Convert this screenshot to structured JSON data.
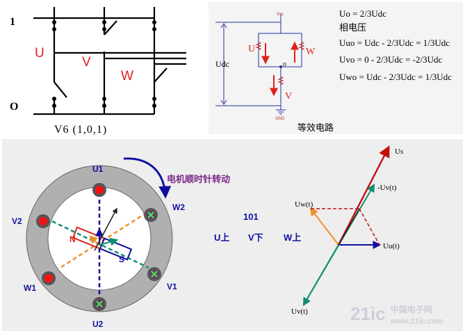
{
  "colors": {
    "red": "#e0201b",
    "blue": "#1010a0",
    "green": "#109070",
    "orange": "#f0902a",
    "darkred": "#c01010",
    "gray": "#b0b0b0",
    "panel": "#eeeeee",
    "lightpanel": "#f4f4f4",
    "purple": "#7a2a8a"
  },
  "bridge": {
    "rail_top_label": "1",
    "rail_bottom_label": "O",
    "phase_u": "U",
    "phase_v": "V",
    "phase_w": "W",
    "caption": "V6 (1,0,1)"
  },
  "equivalent": {
    "vcc_label": "Vcc",
    "udc_label": "Udc",
    "u_label": "U",
    "w_label": "W",
    "v_label": "V",
    "o_label": "o",
    "gnd_label": "GND",
    "eq_uo": "Uo = 2/3Udc",
    "heading": "相电压",
    "eq_uuo": "Uuo = Udc - 2/3Udc = 1/3Udc",
    "eq_uvo": "Uvo = 0 - 2/3Udc = -2/3Udc",
    "eq_uwo": "Uwo = Udc - 2/3Udc = 1/3Udc",
    "caption": "等效电路"
  },
  "motor": {
    "label_u1": "U1",
    "label_u2": "U2",
    "label_v1": "V1",
    "label_v2": "V2",
    "label_w1": "W1",
    "label_w2": "W2",
    "rotation_note": "电机顺时针转动",
    "north": "N",
    "south": "S",
    "state_code": "101",
    "state_u": "U上",
    "state_v": "V下",
    "state_w": "W上"
  },
  "vectors": {
    "us": "Us",
    "neg_uv": "-Uv(t)",
    "uw": "Uw(t)",
    "uu": "Uu(t)",
    "uv": "Uv(t)"
  },
  "watermark": {
    "logo": "21ic",
    "site": "中国电子网",
    "url": "www.21ic.com"
  }
}
